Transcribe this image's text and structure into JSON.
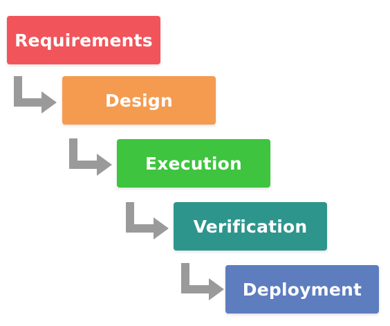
{
  "stages": [
    {
      "label": "Requirements",
      "color": "#f1545a"
    },
    {
      "label": "Design",
      "color": "#f49b50"
    },
    {
      "label": "Execution",
      "color": "#3ec43f"
    },
    {
      "label": "Verification",
      "color": "#2e958d"
    },
    {
      "label": "Deployment",
      "color": "#5e7dbf"
    }
  ],
  "arrow_color": "#9a9a9a"
}
